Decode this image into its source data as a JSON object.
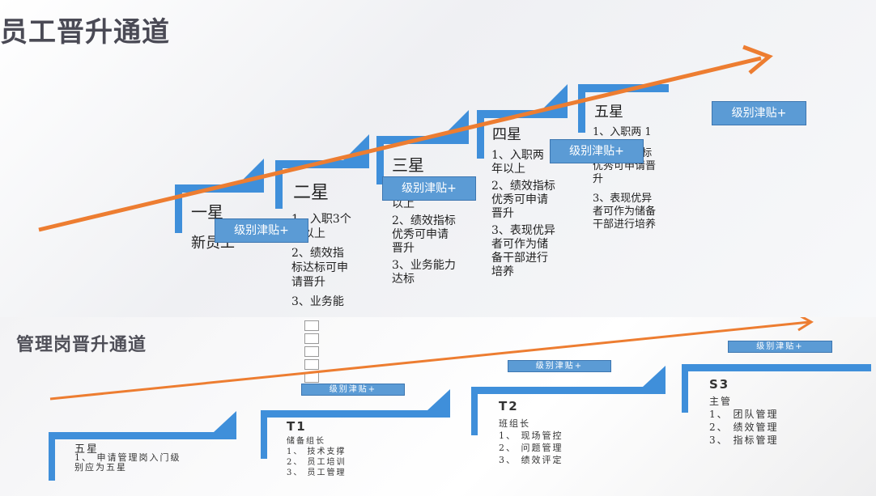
{
  "top": {
    "title": "员工晋升通道",
    "steps": [
      {
        "name": "一星",
        "lines": [
          "新员工"
        ]
      },
      {
        "name": "二星",
        "lines": [
          "1、入职3个",
          "月以上",
          "2、绩效指",
          "标达标可申",
          "请晋升",
          "3、业务能"
        ]
      },
      {
        "name": "三星",
        "lines": [
          "以上",
          "2、绩效指标",
          "优秀可申请",
          "晋升",
          "3、业务能力",
          "达标"
        ]
      },
      {
        "name": "四星",
        "lines": [
          "1、入职两",
          "年以上",
          "2、绩效指标",
          "优秀可申请",
          "晋升",
          "3、表现优异",
          "者可作为储",
          "备干部进行",
          "培养"
        ]
      },
      {
        "name": "五星",
        "lines": [
          "1、入职两 1",
          "2、绩效指标",
          "优秀可申请晋",
          "升",
          "3、表现优异",
          "者可作为储备",
          "干部进行培养"
        ]
      }
    ],
    "bonus_label": "级别津贴+"
  },
  "bottom": {
    "title": "管理岗晋升通道",
    "bonus_label": "级别津贴+",
    "steps": [
      {
        "name": "五星",
        "lines": [
          "1、 申请管理岗入门级",
          "别应为五星"
        ]
      },
      {
        "name": "T1",
        "lines": [
          "储备组长",
          "1、 技术支撑",
          "2、 员工培训",
          "3、 员工管理"
        ]
      },
      {
        "name": "T2",
        "lines": [
          "班组长",
          "1、 现场管控",
          "2、 问题管理",
          "3、 绩效评定"
        ]
      },
      {
        "name": "S3",
        "lines": [
          "主管",
          "1、 团队管理",
          "2、 绩效管理",
          "3、 指标管理"
        ]
      }
    ]
  },
  "colors": {
    "accent_bar": "#3f8fda",
    "arrow": "#ed7d31",
    "bonus_box": "#5b9bd5"
  }
}
